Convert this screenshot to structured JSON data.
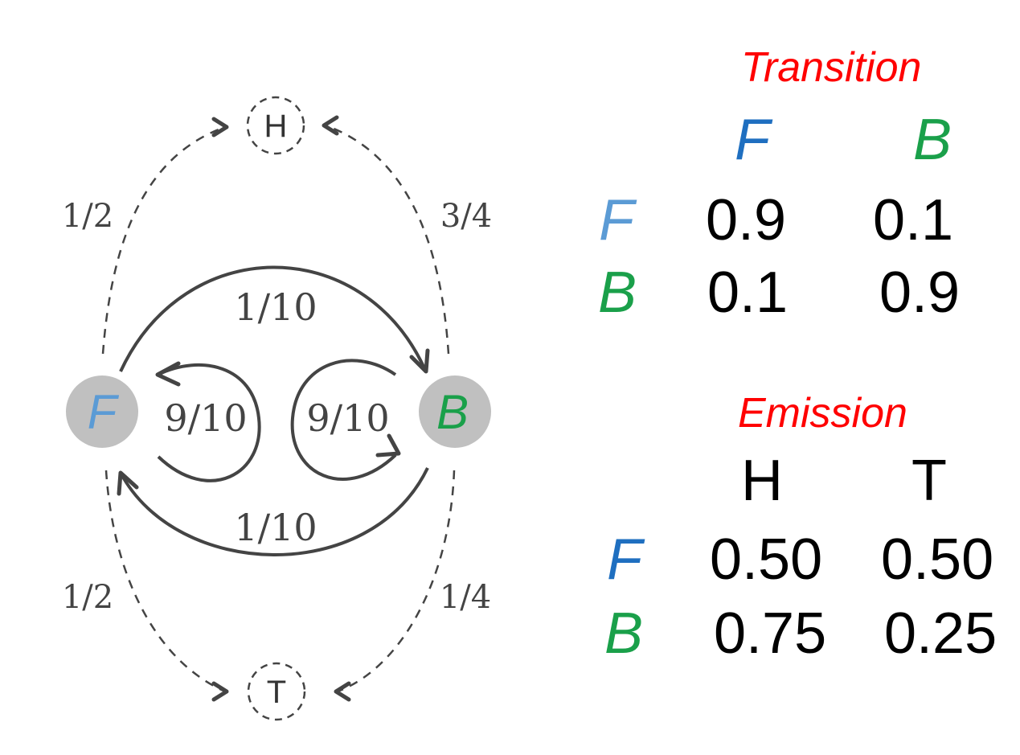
{
  "colors": {
    "fair": "#5b9bd5",
    "fair_dark": "#1f6fc0",
    "biased": "#1aa04a",
    "title": "#ff0000",
    "node_fill": "#c0c0c0",
    "edge": "#444444"
  },
  "nodes": {
    "fair": "F",
    "biased": "B",
    "heads": "H",
    "tails": "T"
  },
  "edges": {
    "fair_to_heads": "1/2",
    "biased_to_heads": "3/4",
    "fair_to_biased": "1/10",
    "biased_to_fair": "1/10",
    "fair_self": "9/10",
    "biased_self": "9/10",
    "fair_to_tails": "1/2",
    "biased_to_tails": "1/4"
  },
  "transition": {
    "title": "Transition",
    "col_headers": [
      "F",
      "B"
    ],
    "rows": [
      {
        "label": "F",
        "values": [
          "0.9",
          "0.1"
        ]
      },
      {
        "label": "B",
        "values": [
          "0.1",
          "0.9"
        ]
      }
    ]
  },
  "emission": {
    "title": "Emission",
    "col_headers": [
      "H",
      "T"
    ],
    "rows": [
      {
        "label": "F",
        "values": [
          "0.50",
          "0.50"
        ]
      },
      {
        "label": "B",
        "values": [
          "0.75",
          "0.25"
        ]
      }
    ]
  }
}
